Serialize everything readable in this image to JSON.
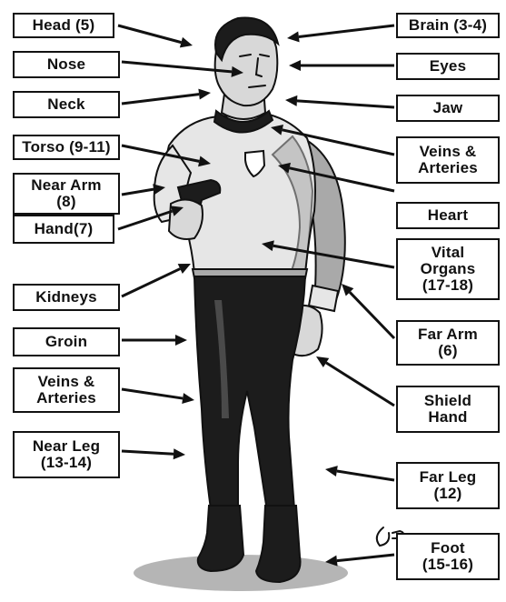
{
  "colors": {
    "ink": "#111111",
    "shirt": "#e6e6e6",
    "shirt_shadow": "#a9a9a9",
    "skin": "#d8d8d8",
    "pants": "#1c1c1c",
    "ground_shadow": "#b5b5b5",
    "background": "#ffffff"
  },
  "labels_left": [
    {
      "id": "head",
      "text": "Head (5)"
    },
    {
      "id": "nose",
      "text": "Nose"
    },
    {
      "id": "neck",
      "text": "Neck"
    },
    {
      "id": "torso",
      "text": "Torso (9-11)"
    },
    {
      "id": "near-arm",
      "text": "Near Arm\n(8)"
    },
    {
      "id": "hand",
      "text": "Hand(7)"
    },
    {
      "id": "kidneys",
      "text": "Kidneys"
    },
    {
      "id": "groin",
      "text": "Groin"
    },
    {
      "id": "veins-arteries-left",
      "text": "Veins &\nArteries"
    },
    {
      "id": "near-leg",
      "text": "Near Leg\n(13-14)"
    }
  ],
  "labels_right": [
    {
      "id": "brain",
      "text": "Brain (3-4)"
    },
    {
      "id": "eyes",
      "text": "Eyes"
    },
    {
      "id": "jaw",
      "text": "Jaw"
    },
    {
      "id": "veins-arteries-right",
      "text": "Veins &\nArteries"
    },
    {
      "id": "heart",
      "text": "Heart"
    },
    {
      "id": "vital-organs",
      "text": "Vital\nOrgans\n(17-18)"
    },
    {
      "id": "far-arm",
      "text": "Far Arm\n(6)"
    },
    {
      "id": "shield-hand",
      "text": "Shield\nHand"
    },
    {
      "id": "far-leg",
      "text": "Far Leg\n(12)"
    },
    {
      "id": "foot",
      "text": "Foot\n(15-16)"
    }
  ],
  "icons": {
    "figure": "humanoid-officer-figure-icon",
    "arrow": "pointer-arrow-icon",
    "signature": "artist-signature-icon"
  }
}
